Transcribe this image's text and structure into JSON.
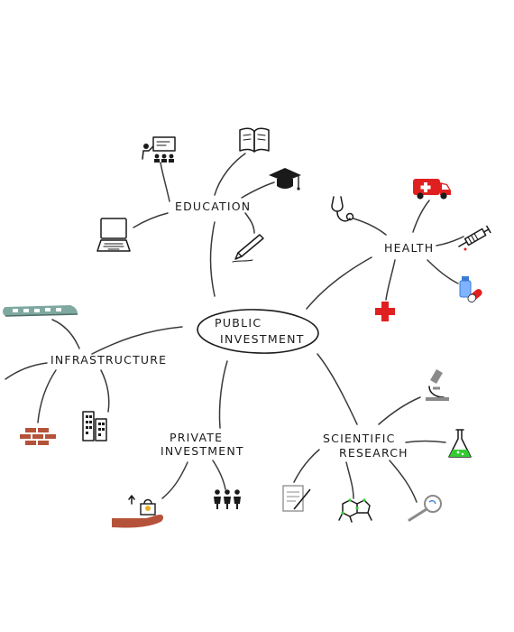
{
  "center": {
    "line1": "PUBLIC",
    "line2": "INVESTMENT"
  },
  "branches": {
    "education": "EDUCATION",
    "health": "HEALTH",
    "infrastructure": "INFRASTRUCTURE",
    "private_line1": "PRIVATE",
    "private_line2": "INVESTMENT",
    "scientific_line1": "SCIENTIFIC",
    "scientific_line2": "RESEARCH"
  },
  "colors": {
    "ink": "#1a1a1a",
    "red": "#e02020",
    "brick": "#b5523a",
    "green": "#33cc33",
    "train": "#7fa8a0",
    "blue": "#3a7bd5"
  },
  "icons": {
    "education": [
      "presentation-icon",
      "book-icon",
      "graduation-cap-icon",
      "laptop-icon",
      "pen-icon"
    ],
    "health": [
      "ambulance-icon",
      "stethoscope-icon",
      "syringe-icon",
      "medical-cross-icon",
      "pills-icon"
    ],
    "infrastructure": [
      "train-icon",
      "bricks-icon",
      "buildings-icon"
    ],
    "private_investment": [
      "secured-money-icon",
      "people-icon"
    ],
    "scientific_research": [
      "microscope-icon",
      "flask-icon",
      "paper-icon",
      "molecule-icon",
      "magnifier-icon"
    ]
  }
}
